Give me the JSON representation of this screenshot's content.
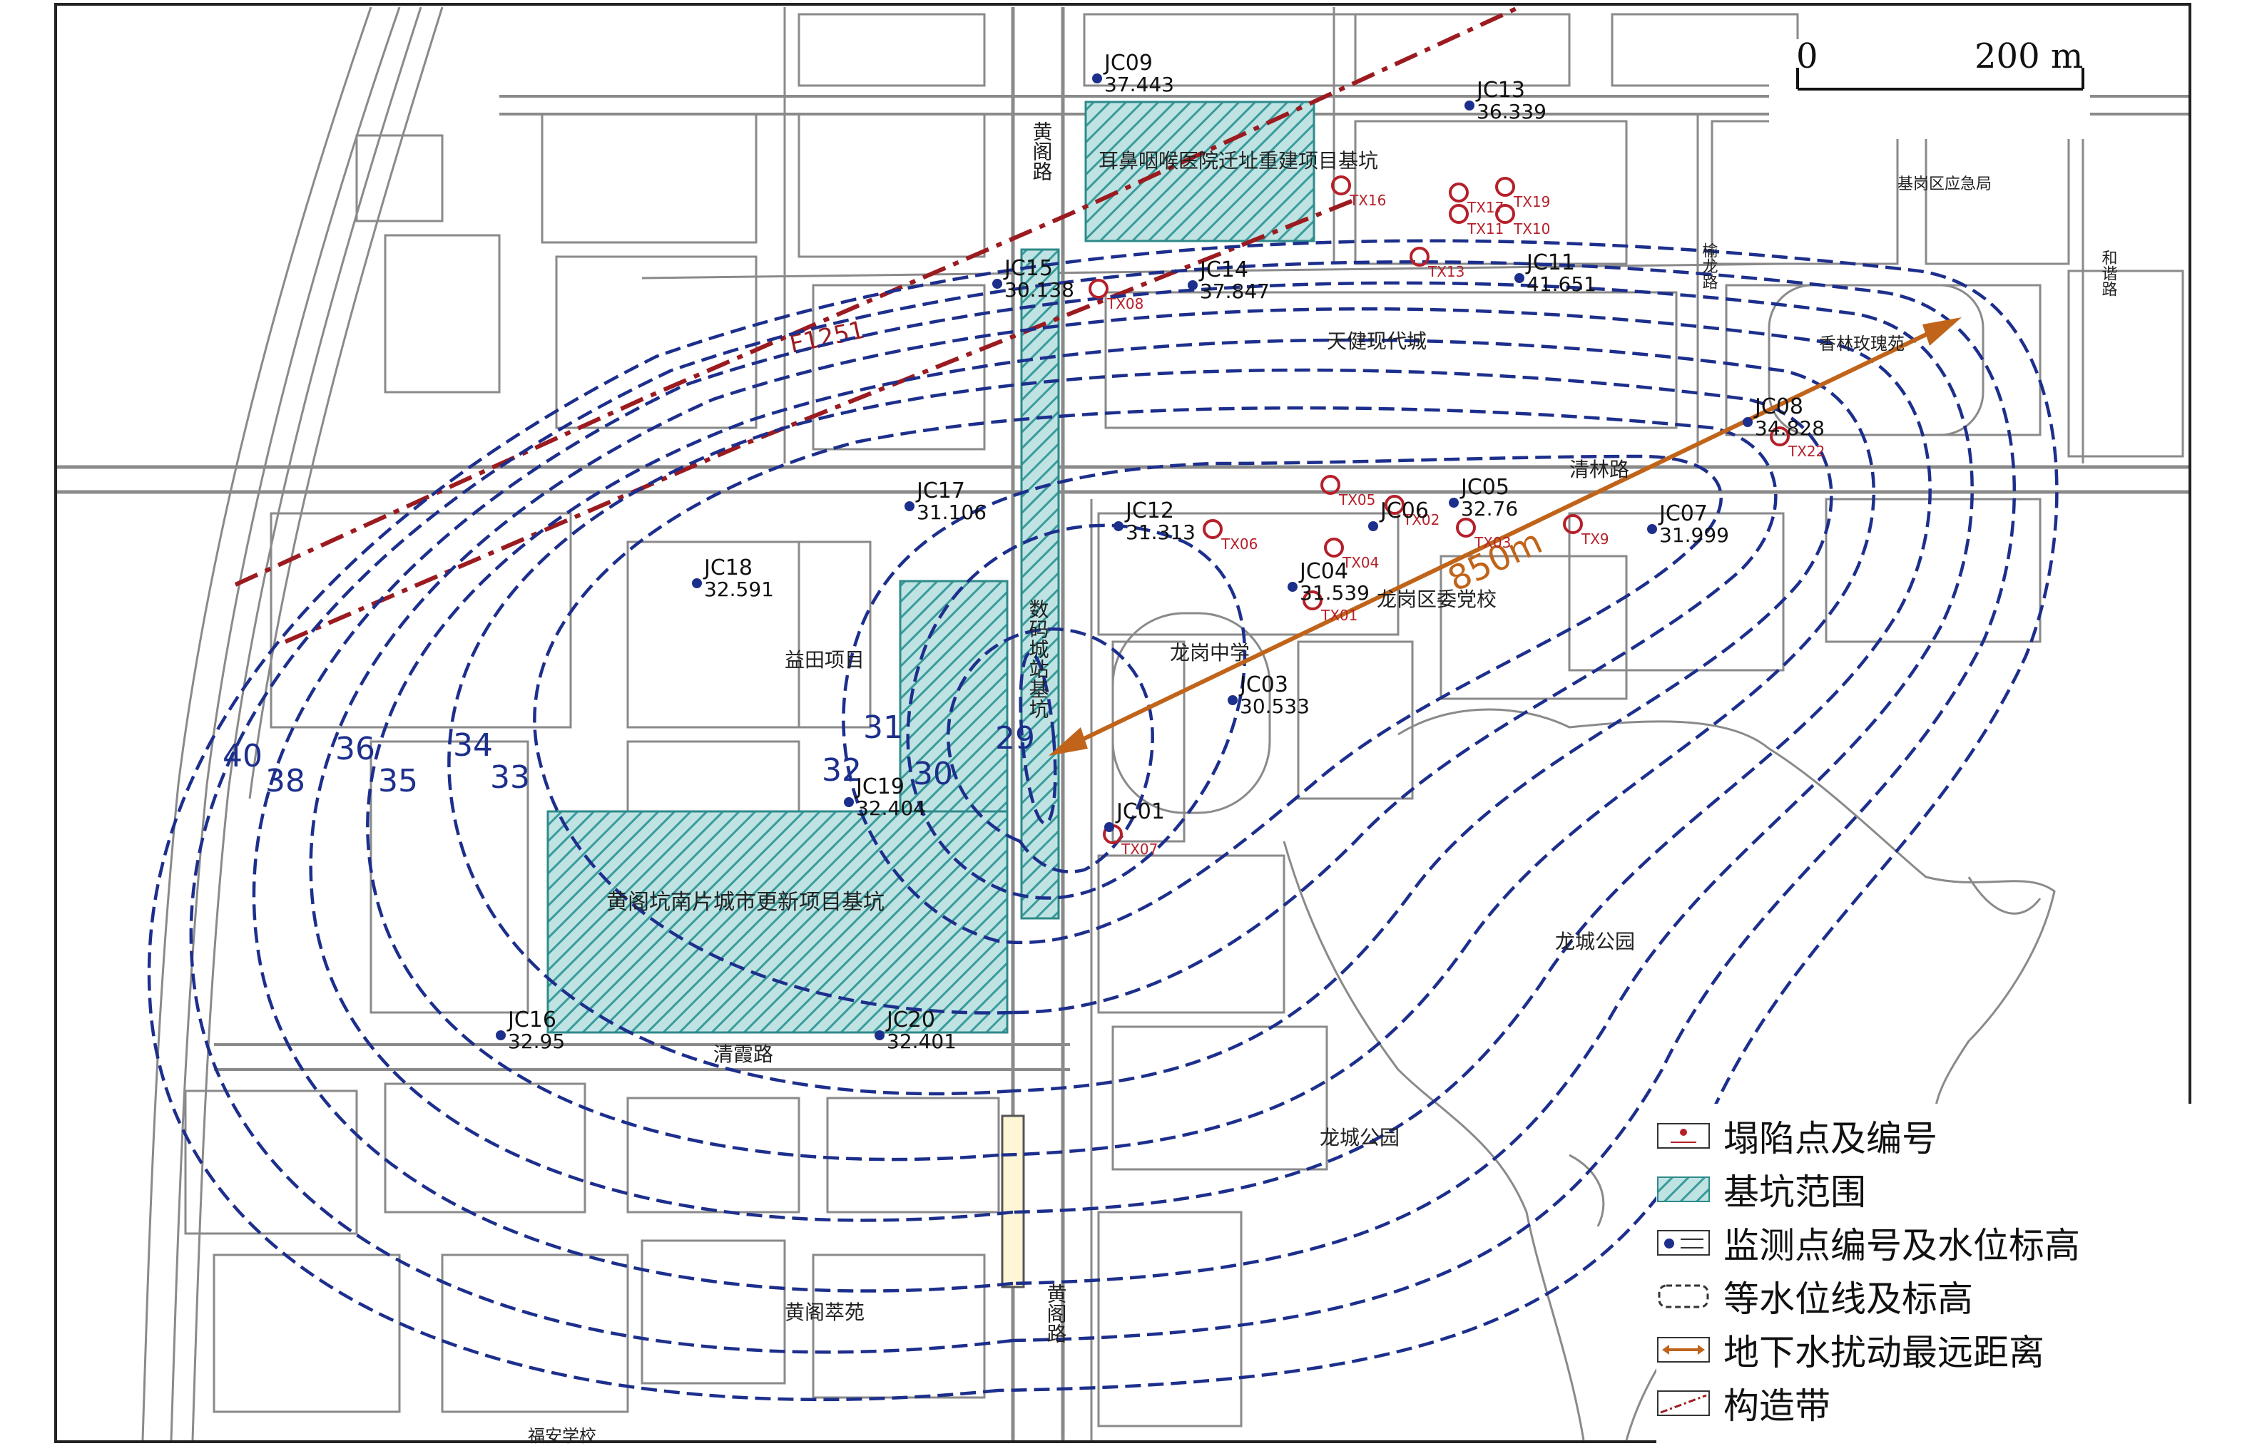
{
  "scale": {
    "start": "0",
    "end": "200 m"
  },
  "fault": {
    "label": "F1251",
    "color": "#9b1b20"
  },
  "contours": {
    "color": "#1d2f8c",
    "labels": [
      "40",
      "38",
      "36",
      "35",
      "34",
      "33",
      "32",
      "31",
      "30",
      "29"
    ]
  },
  "pits": [
    "耳鼻咽喉医院迁址重建项目基坑",
    "数码城站基坑",
    "黄阁坑南片城市更新项目基坑"
  ],
  "places": [
    "天健现代城",
    "益田项目",
    "龙岗中学",
    "龙岗区委党校",
    "龙城公园",
    "龙城公园",
    "香林玫瑰苑",
    "基岗区应急局",
    "黄阁萃苑",
    "福安学校",
    "黄阁路",
    "黄阁路",
    "清霞路",
    "清林路",
    "和谐路",
    "榆龙路"
  ],
  "wells": [
    {
      "id": "JC09",
      "level": "37.443"
    },
    {
      "id": "JC13",
      "level": "36.339"
    },
    {
      "id": "JC15",
      "level": "30.138"
    },
    {
      "id": "JC14",
      "level": "37.847"
    },
    {
      "id": "JC11",
      "level": "41.651"
    },
    {
      "id": "JC08",
      "level": "34.828"
    },
    {
      "id": "JC17",
      "level": "31.106"
    },
    {
      "id": "JC12",
      "level": "31.313"
    },
    {
      "id": "JC05",
      "level": "32.76"
    },
    {
      "id": "JC07",
      "level": "31.999"
    },
    {
      "id": "JC06",
      "level": ""
    },
    {
      "id": "JC18",
      "level": "32.591"
    },
    {
      "id": "JC04",
      "level": "31.539"
    },
    {
      "id": "JC03",
      "level": "30.533"
    },
    {
      "id": "JC19",
      "level": "32.404"
    },
    {
      "id": "JC01",
      "level": ""
    },
    {
      "id": "JC16",
      "level": "32.95"
    },
    {
      "id": "JC20",
      "level": "32.401"
    }
  ],
  "collapses": [
    "TX16",
    "TX17",
    "TX11",
    "TX10",
    "TX19",
    "TX13",
    "TX08",
    "TX05",
    "TX02",
    "TX03",
    "TX9",
    "TX06",
    "TX04",
    "TX01",
    "TX07",
    "TX22"
  ],
  "distance": {
    "label": "850m",
    "color": "#c0641a"
  },
  "legend": {
    "items": [
      "塌陷点及编号",
      "基坑范围",
      "监测点编号及水位标高",
      "等水位线及标高",
      "地下水扰动最远距离",
      "构造带"
    ]
  }
}
